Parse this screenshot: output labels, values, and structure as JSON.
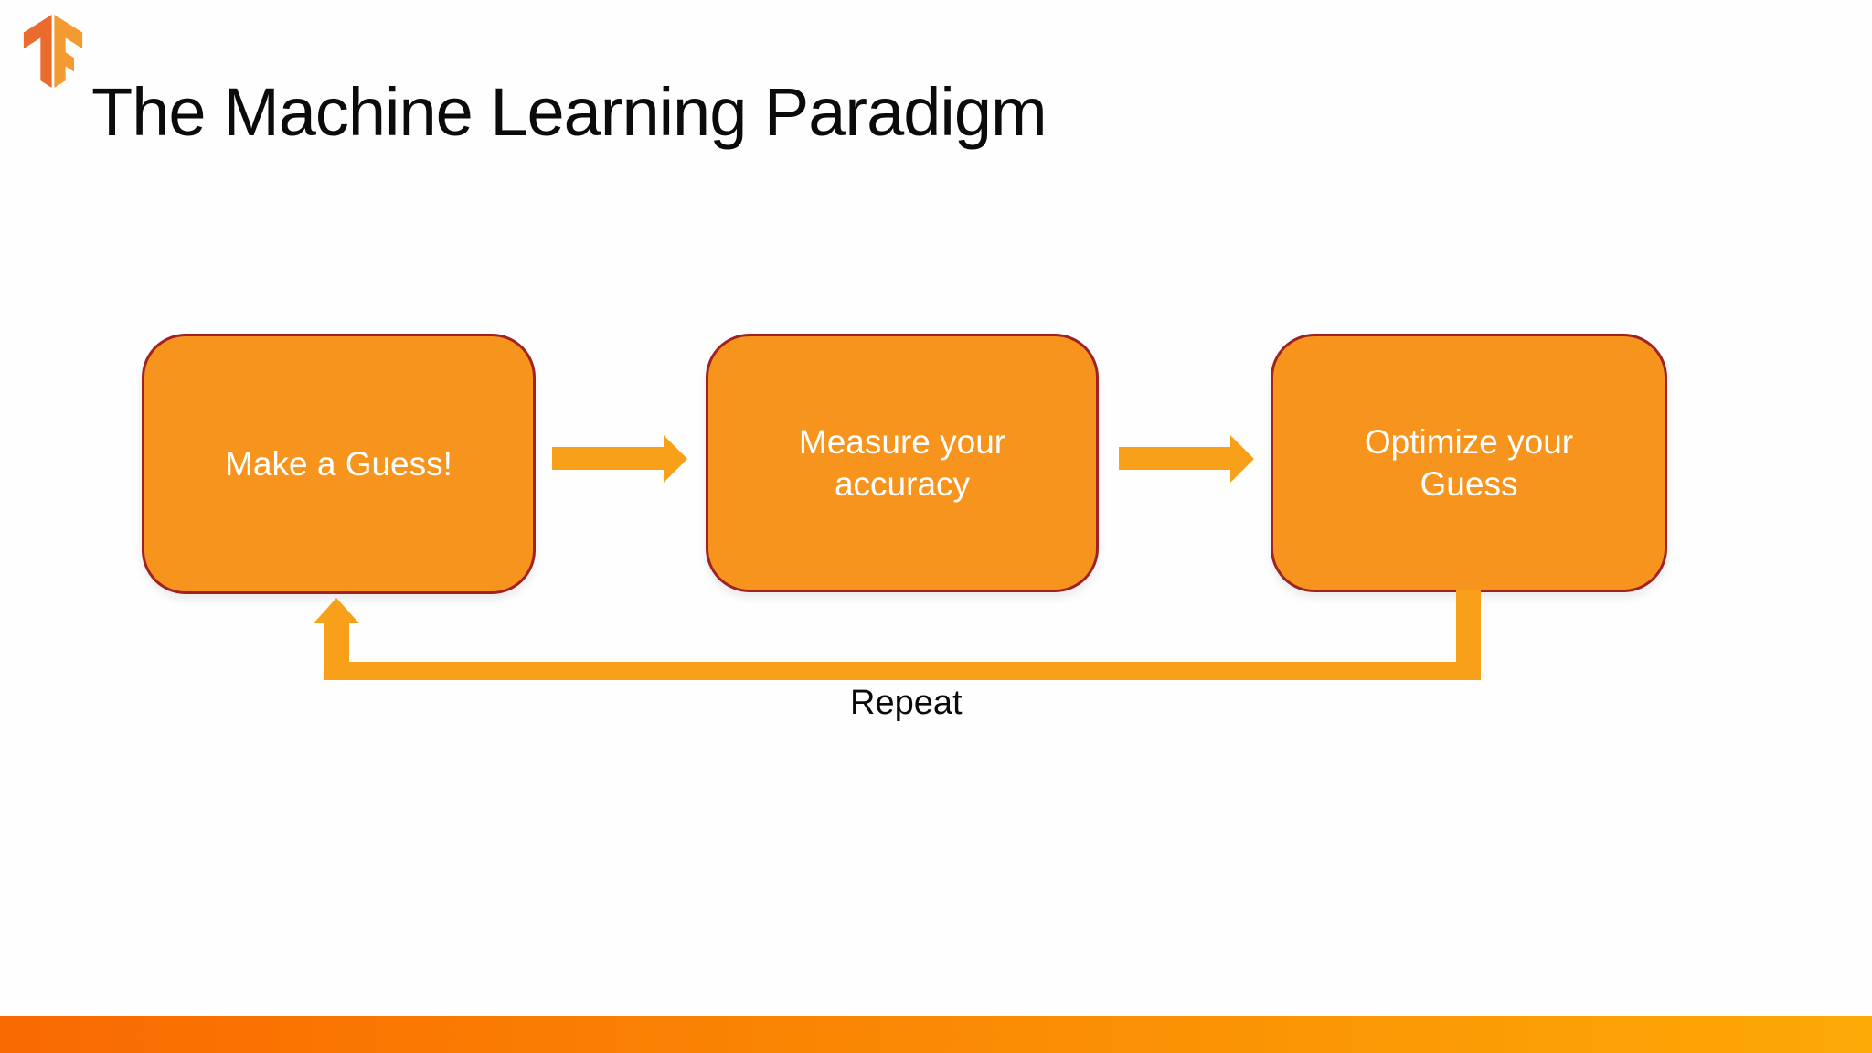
{
  "slide": {
    "title": "The Machine Learning Paradigm",
    "logo": "tensorflow-logo"
  },
  "diagram": {
    "boxes": [
      {
        "id": "guess",
        "label": "Make a Guess!",
        "lines": [
          "Make a Guess!"
        ]
      },
      {
        "id": "measure",
        "label": "Measure your accuracy",
        "lines": [
          "Measure your",
          "accuracy"
        ]
      },
      {
        "id": "optimize",
        "label": "Optimize your Guess",
        "lines": [
          "Optimize your",
          "Guess"
        ]
      }
    ],
    "arrows": [
      {
        "from": "Make a Guess!",
        "to": "Measure your accuracy",
        "direction": "right"
      },
      {
        "from": "Measure your accuracy",
        "to": "Optimize your Guess",
        "direction": "right"
      },
      {
        "from": "Optimize your Guess",
        "to": "Make a Guess!",
        "direction": "loop-back",
        "label": "Repeat"
      }
    ],
    "loop_label": "Repeat"
  },
  "colors": {
    "background": "#FEFEFE",
    "title_text": "#0B0B0B",
    "box_fill": "#F7941E",
    "box_border": "#9E2224",
    "box_text": "#FFFFFF",
    "arrow": "#F9A01B",
    "bar_gradient_left": "#F96A01",
    "bar_gradient_right": "#FCA906",
    "logo_left": "#EA6B2D",
    "logo_right": "#F39A30"
  }
}
